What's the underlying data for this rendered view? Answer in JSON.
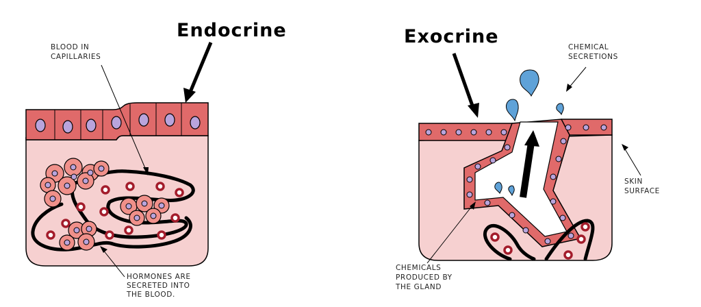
{
  "endocrine": {
    "title": "Endocrine",
    "labels": {
      "blood_line1": "BLOOD IN",
      "blood_line2": "CAPILLARIES",
      "hormones_line1": "HORMONES ARE",
      "hormones_line2": "SECRETED INTO",
      "hormones_line3": "THE BLOOD."
    }
  },
  "exocrine": {
    "title": "Exocrine",
    "labels": {
      "secretions_line1": "CHEMICAL",
      "secretions_line2": "SECRETIONS",
      "skin_line1": "SKIN",
      "skin_line2": "SURFACE",
      "produced_line1": "CHEMICALS",
      "produced_line2": "PRODUCED BY",
      "produced_line3": "THE GLAND"
    }
  },
  "colors": {
    "tissue": "#f6d0d0",
    "cell": "#e06a6a",
    "nucleus": "#b9a4dc",
    "blood_cell": "#a31c2b",
    "secretion": "#5fa2d8",
    "outline": "#000000"
  }
}
